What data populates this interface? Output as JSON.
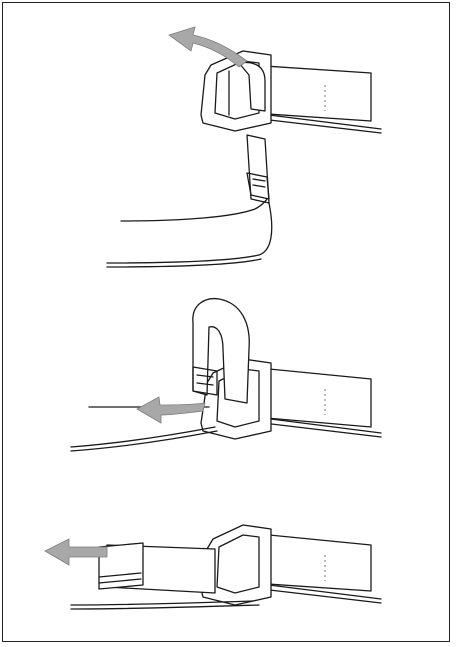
{
  "figure": {
    "steps": [
      {
        "id": "step-1",
        "arrow_direction": "up-left",
        "icon": "arrow-icon"
      },
      {
        "id": "step-2",
        "arrow_direction": "left",
        "icon": "arrow-icon"
      },
      {
        "id": "step-3",
        "arrow_direction": "left",
        "icon": "arrow-icon"
      }
    ],
    "colors": {
      "line": "#1a1a1a",
      "arrow": "#a8a8a8",
      "background": "#ffffff",
      "border": "#222222"
    }
  }
}
